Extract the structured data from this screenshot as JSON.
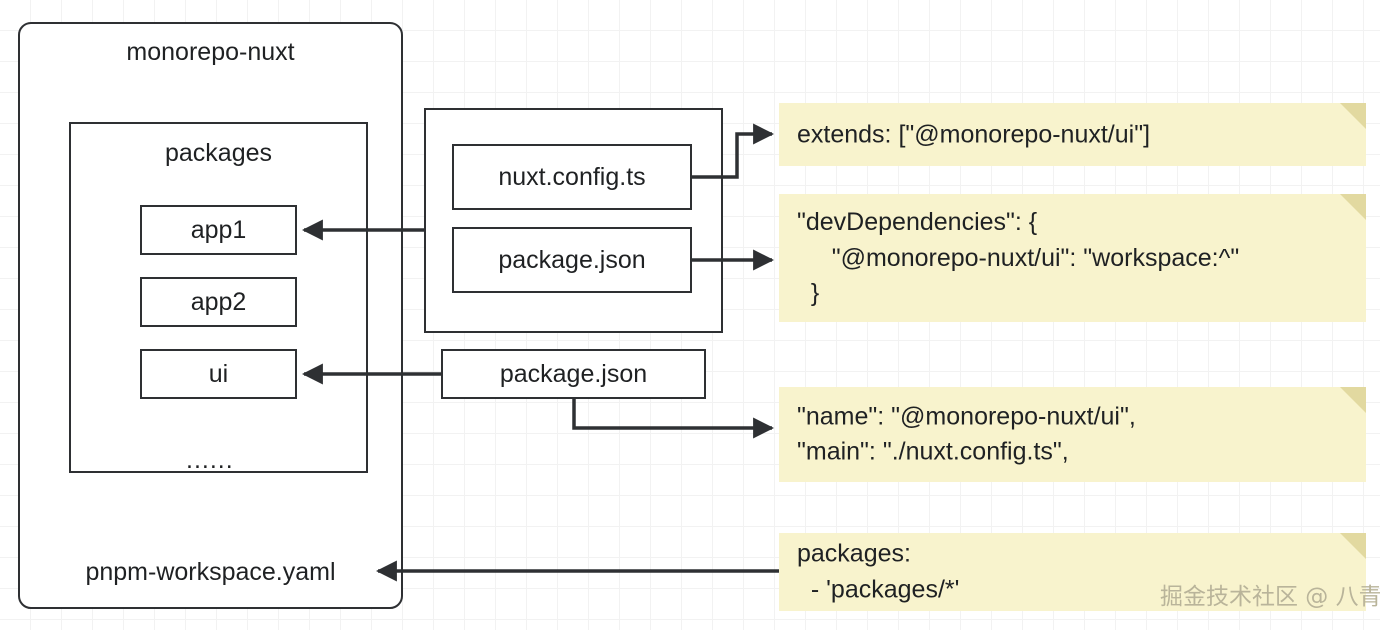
{
  "diagram": {
    "title_text": "monorepo-nuxt",
    "watermark": "掘金技术社区 @ 八青妹",
    "colors": {
      "stroke": "#2e3033",
      "note_fill": "#f8f3cd",
      "note_fold": "#e2d9a0",
      "box_fill": "#ffffff",
      "grid_minor": "#f2f2f2",
      "grid_major": "#e6e6e6",
      "text": "#1f2123",
      "watermark": "#b9b49a"
    }
  },
  "root_container": {
    "label": "monorepo-nuxt",
    "footer_label": "pnpm-workspace.yaml"
  },
  "packages_container": {
    "label": "packages",
    "ellipsis": "......",
    "items": [
      {
        "label": "app1"
      },
      {
        "label": "app2"
      },
      {
        "label": "ui"
      }
    ]
  },
  "app_container": {
    "files": [
      {
        "label": "nuxt.config.ts"
      },
      {
        "label": "package.json"
      }
    ]
  },
  "ui_package_file": {
    "label": "package.json"
  },
  "notes": [
    {
      "id": "note-extends",
      "lines": "extends: [\"@monorepo-nuxt/ui\"]"
    },
    {
      "id": "note-devdependencies",
      "lines": "\"devDependencies\": {\n     \"@monorepo-nuxt/ui\": \"workspace:^\"\n  }"
    },
    {
      "id": "note-name-main",
      "lines": "\"name\": \"@monorepo-nuxt/ui\",\n\"main\": \"./nuxt.config.ts\","
    },
    {
      "id": "note-packages-glob",
      "lines": "packages:\n  - 'packages/*'"
    }
  ],
  "connections": [
    {
      "id": "nuxt-config-to-extends-note",
      "from": "nuxt.config.ts",
      "to": "extends: [\"@monorepo-nuxt/ui\"]"
    },
    {
      "id": "app-package-json-to-devdeps-note",
      "from": "package.json",
      "to": "\"devDependencies\": {"
    },
    {
      "id": "app-container-to-app1",
      "from": "app container",
      "to": "app1"
    },
    {
      "id": "ui-package-json-to-ui",
      "from": "package.json",
      "to": "ui"
    },
    {
      "id": "ui-package-json-to-name-note",
      "from": "package.json",
      "to": "\"name\": \"@monorepo-nuxt/ui\","
    },
    {
      "id": "packages-glob-note-to-workspace-yaml",
      "from": "packages:",
      "to": "pnpm-workspace.yaml"
    }
  ]
}
